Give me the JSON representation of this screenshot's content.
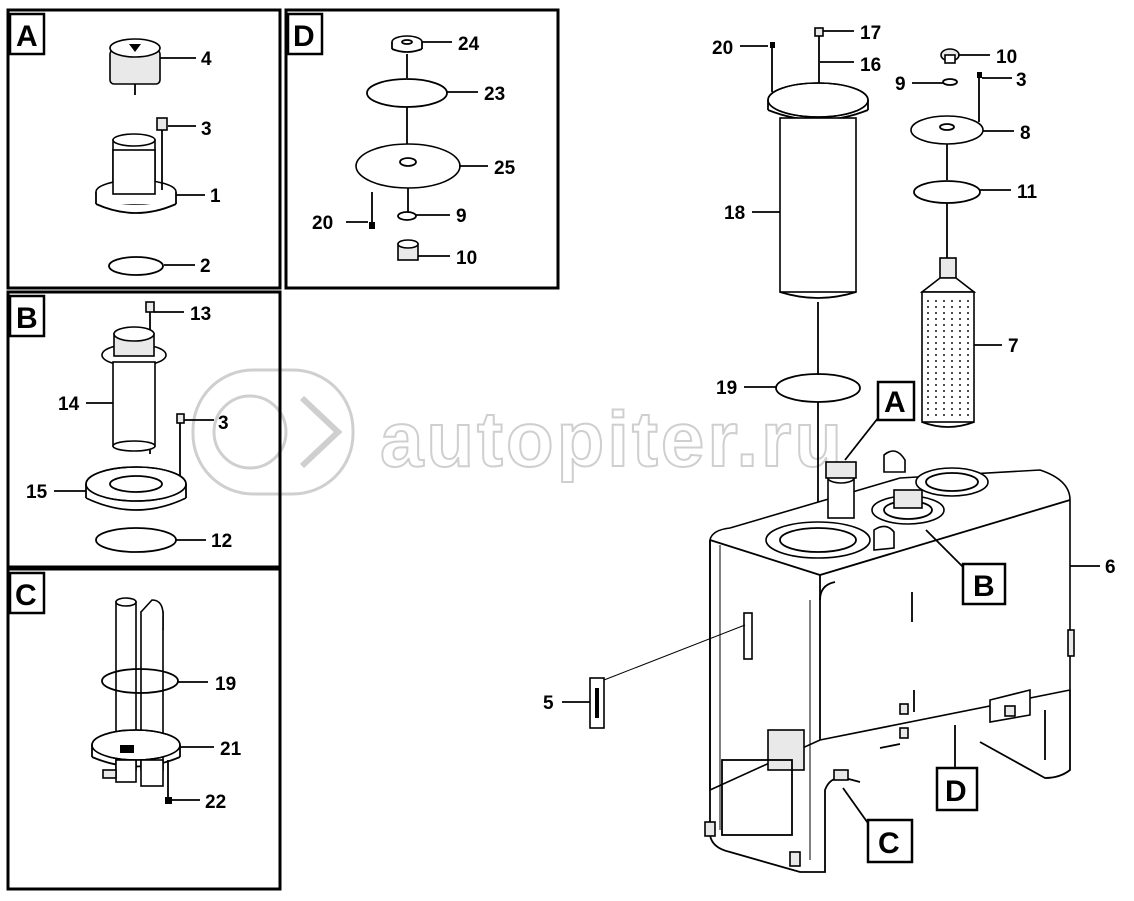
{
  "watermark": "autopiter.ru",
  "panels": {
    "A": {
      "letter": "A",
      "callouts": [
        "4",
        "3",
        "1",
        "2"
      ]
    },
    "B": {
      "letter": "B",
      "callouts": [
        "13",
        "3",
        "14",
        "15",
        "12"
      ]
    },
    "C": {
      "letter": "C",
      "callouts": [
        "19",
        "21",
        "22"
      ]
    },
    "D": {
      "letter": "D",
      "callouts": [
        "24",
        "23",
        "25",
        "20",
        "9",
        "10"
      ]
    }
  },
  "main": {
    "callouts": [
      "20",
      "17",
      "16",
      "10",
      "9",
      "3",
      "8",
      "11",
      "18",
      "7",
      "19",
      "6",
      "5"
    ],
    "tags": [
      "A",
      "B",
      "C",
      "D"
    ]
  }
}
